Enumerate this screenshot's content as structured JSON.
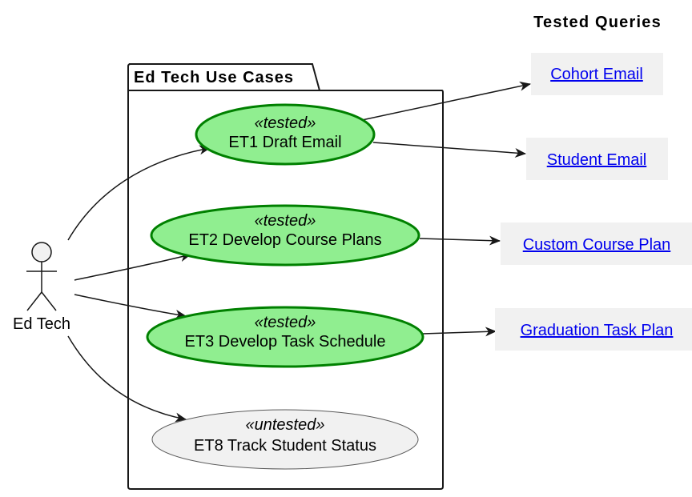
{
  "header": {
    "title": "Tested Queries"
  },
  "package": {
    "title": "Ed Tech Use Cases"
  },
  "actor": {
    "label": "Ed Tech"
  },
  "use_cases": [
    {
      "stereotype": "«tested»",
      "label": "ET1 Draft Email"
    },
    {
      "stereotype": "«tested»",
      "label": "ET2 Develop Course Plans"
    },
    {
      "stereotype": "«tested»",
      "label": "ET3 Develop Task Schedule"
    },
    {
      "stereotype": "«untested»",
      "label": "ET8 Track Student Status"
    }
  ],
  "queries": [
    {
      "label": "Cohort Email"
    },
    {
      "label": "Student Email"
    },
    {
      "label": "Custom Course Plan"
    },
    {
      "label": "Graduation Task Plan"
    }
  ],
  "colors": {
    "tested_fill": "#90ee90",
    "tested_stroke": "#008000",
    "untested_fill": "#f1f1f1",
    "untested_stroke": "#5a5a5a",
    "query_box": "#f1f1f1",
    "link": "#0000ee"
  }
}
